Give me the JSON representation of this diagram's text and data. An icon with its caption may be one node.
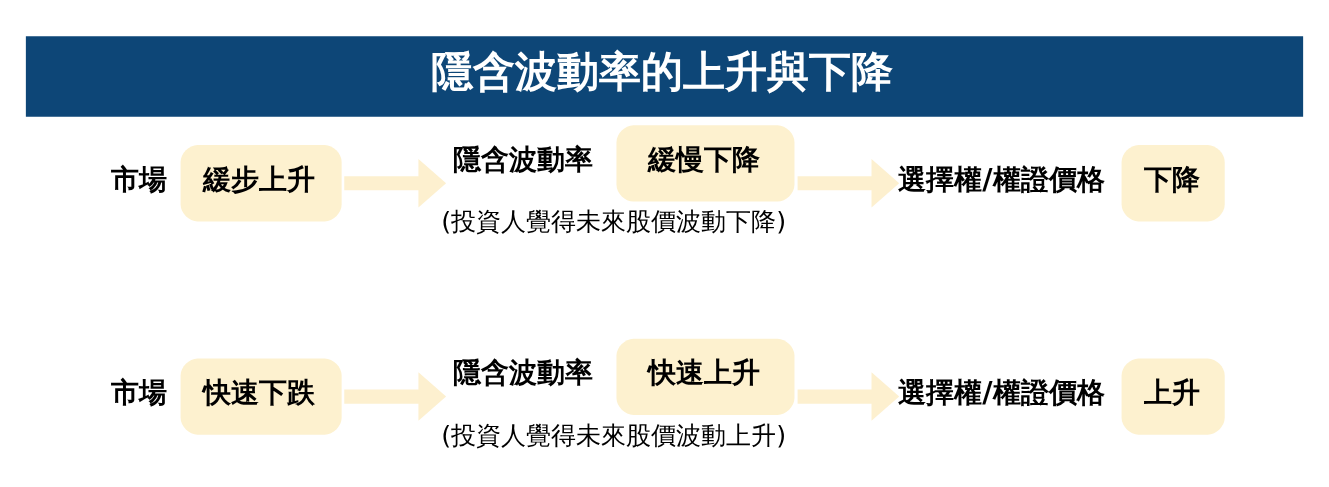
{
  "diagram": {
    "title": "隱含波動率的上升與下降",
    "nodes": [
      {
        "text": [
          "市場",
          "緩步上升"
        ]
      },
      {
        "text": [
          "隱含波動率",
          "緩慢下降"
        ],
        "beside": [
          "(投資人覺得未來股價波動下降)"
        ]
      },
      {
        "text": [
          "選擇權/權證價格",
          "下降"
        ]
      },
      {
        "text": [
          "市場",
          "快速下跌"
        ]
      },
      {
        "text": [
          "隱含波動率",
          "快速上升"
        ],
        "beside": [
          "(投資人覺得未來股價波動上升)"
        ]
      },
      {
        "text": [
          "選擇權/權證價格",
          "上升"
        ]
      }
    ],
    "edges": [
      {
        "from": 0,
        "to": 1,
        "arrow": "to"
      },
      {
        "from": 1,
        "to": 2,
        "arrow": "to"
      },
      {
        "from": 3,
        "to": 4,
        "arrow": "to"
      },
      {
        "from": 4,
        "to": 5,
        "arrow": "to"
      }
    ]
  }
}
